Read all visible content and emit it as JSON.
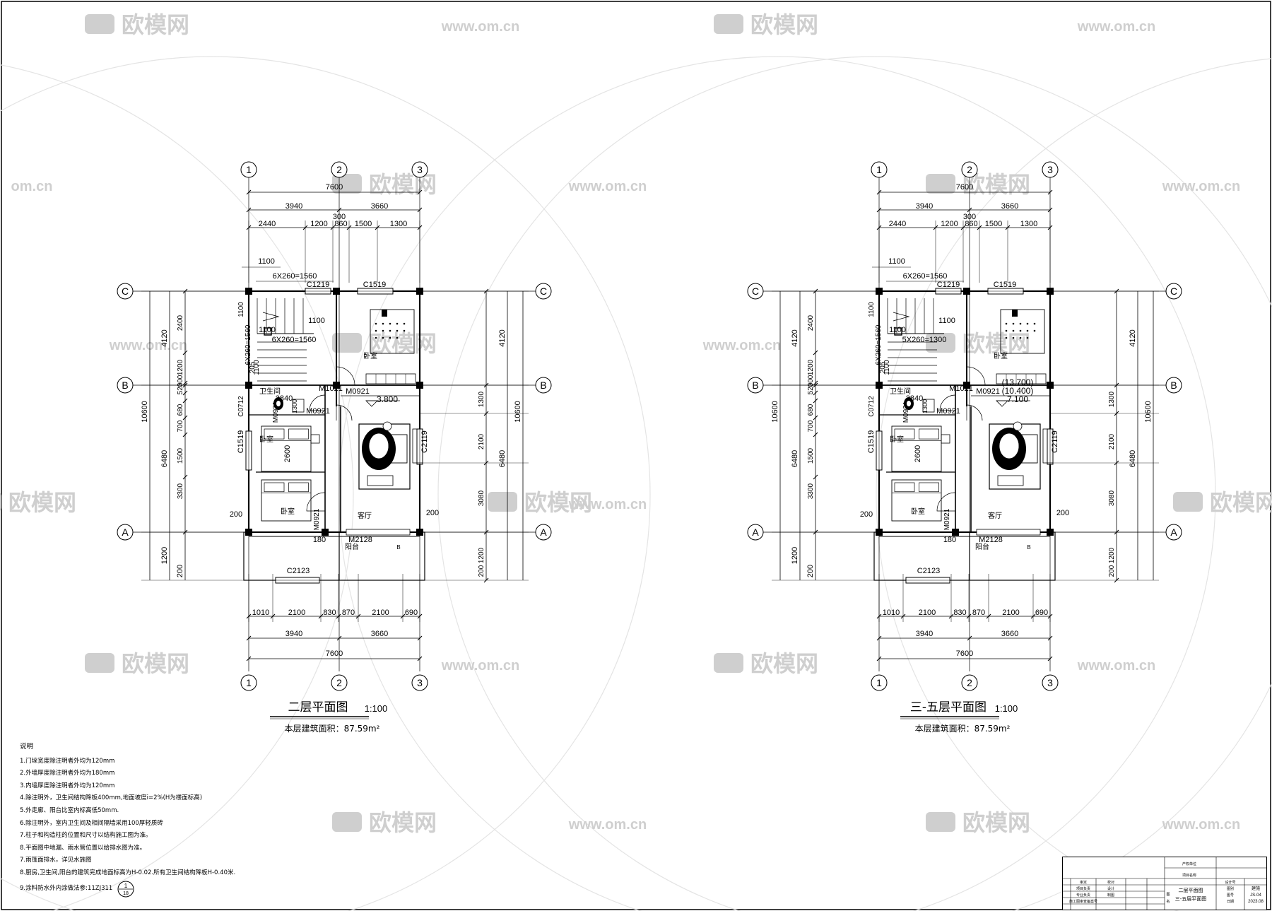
{
  "watermark": {
    "brand": "欧模网",
    "url": "www.om.cn",
    "url_fragment_left": "om.cn"
  },
  "plans": [
    {
      "title": "二层平面图",
      "scale": "1:100",
      "area": "本层建筑面积：87.59m²",
      "elevations": [
        "3.800"
      ],
      "wc_note": "C0712"
    },
    {
      "title": "三-五层平面图",
      "scale": "1:100",
      "area": "本层建筑面积：87.59m²",
      "elevations": [
        "(13.700)",
        "(10.400)",
        "7.100"
      ],
      "wc_note": "C0712"
    }
  ],
  "axes": {
    "cols": [
      "1",
      "2",
      "3"
    ],
    "rows": [
      "A",
      "B",
      "C"
    ]
  },
  "dims": {
    "top_total": "7600",
    "top_parts": [
      "3940",
      "3660"
    ],
    "top_mid": "300",
    "top_detail": [
      "2440",
      "1200",
      "860",
      "1500",
      "1300"
    ],
    "bot_detail": [
      "1010",
      "2100",
      "830",
      "870",
      "2100",
      "690"
    ],
    "bot_parts": [
      "3940",
      "3660"
    ],
    "bot_total": "7600",
    "left_total": "10600",
    "left_parts": [
      "4120",
      "6480"
    ],
    "left_bottom": [
      "1200",
      "200"
    ],
    "left_detail": [
      "2400",
      "1200",
      "520",
      "300",
      "680",
      "700",
      "1500",
      "3300"
    ],
    "right_total": "10600",
    "right_parts": [
      "4120",
      "6480"
    ],
    "right_detail": [
      "1300",
      "2100",
      "3080",
      "1200",
      "200"
    ],
    "stair_top": "1100",
    "stair_steps1": "6X260=1560",
    "stair_steps2": "6X260=1560",
    "stair_steps2_b": "5X260=1300",
    "stair_v": "1100",
    "stair_h": "1100",
    "stair_v2": "1100",
    "stair_v3": "1100",
    "stair_side": "205",
    "stair_side_label": "C",
    "wc_dim": "2840",
    "bed_dim": "2600",
    "v180": "180",
    "w200a": "200",
    "w200b": "200",
    "w1300": "1300"
  },
  "labels": {
    "windows": [
      "C1219",
      "C1519",
      "C1519",
      "C2123",
      "C2119",
      "C0712"
    ],
    "doors": [
      "M1021",
      "M0921",
      "M0921",
      "M0921",
      "M2128",
      "M0921"
    ],
    "rooms": {
      "bedroom": "卧室",
      "wc": "卫生间",
      "living": "客厅",
      "balcony": "阳台"
    }
  },
  "notes": {
    "heading": "说明",
    "items": [
      "1.门垛宽度除注明者外均为120mm",
      "2.外墙厚度除注明者外均为180mm",
      "3.内墙厚度除注明者外均为120mm",
      "4.除注明外，卫生间结构降板400mm,地面坡度i=2%(H为楼面标高)",
      "5.外走廊、阳台比室内标高低50mm.",
      "6.除注明外，室内卫生间及相间隔墙采用100厚轻质砖",
      "7.柱子和构造柱的位置和尺寸以结构施工图为准。",
      "8.平面图中地漏、雨水管位置以给排水图为准。",
      "7.雨篷面排水，详见水施图",
      "8.厨房,卫生间,阳台的建筑完成地面标高为H-0.02.所有卫生间结构降板H-0.40米.",
      "9.涂料防水外内涂做法参:11ZJ311"
    ],
    "ref_top": "1",
    "ref_bottom": "18"
  },
  "title_block": {
    "drawing_names": [
      "二层平面图",
      "三-五层平面图"
    ],
    "drawing_no": "JS-04",
    "date": "2023.08",
    "fields": [
      "审定",
      "审核",
      "项目负责",
      "专业负责",
      "校对",
      "设计",
      "制图",
      "施工图审查备案号",
      "图名",
      "设计号",
      "图别",
      "图号",
      "日期",
      "建施",
      "产权单位",
      "项目名称",
      "图",
      "名"
    ]
  },
  "colors": {
    "line": "#000000",
    "watermark": "#cfcfcf",
    "background": "#ffffff"
  }
}
